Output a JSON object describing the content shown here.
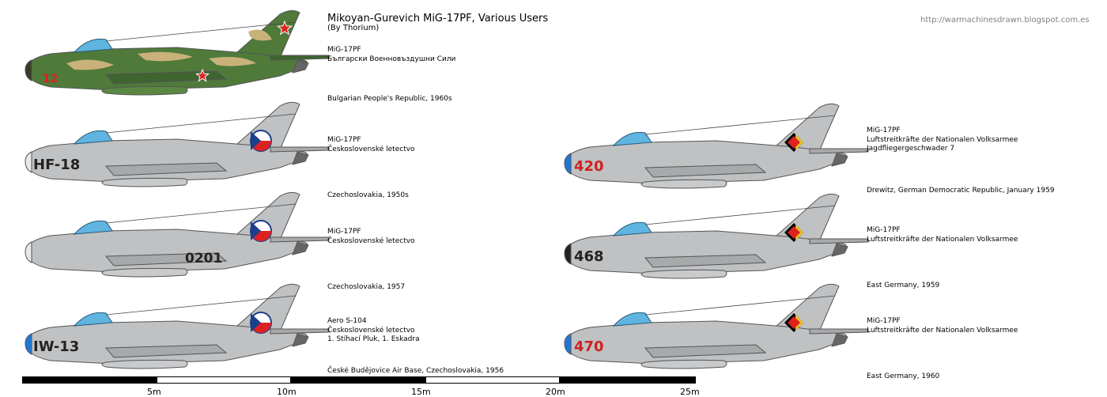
{
  "header": {
    "title": "Mikoyan-Gurevich MiG-17PF, Various Users",
    "subtitle": "(By Thorium)",
    "url": "http://warmachinesdrawn.blogspot.com.es"
  },
  "aircraft": [
    {
      "id": "bulgaria",
      "lines": [
        "MiG-17PF",
        "Български Военновъздушни Сили",
        "",
        "",
        "Bulgarian People's Republic, 1960s"
      ],
      "tail_code": "12",
      "code_color": "#e02020",
      "camo": "green",
      "roundel": "star"
    },
    {
      "id": "czech1",
      "lines": [
        "MiG-17PF",
        "Československé letectvo",
        "",
        "",
        "Czechoslovakia, 1950s"
      ],
      "tail_code": "HF-18",
      "code_color": "#222222",
      "camo": "silver",
      "roundel": "czech"
    },
    {
      "id": "czech2",
      "lines": [
        "MiG-17PF",
        "Československé letectvo",
        "",
        "",
        "Czechoslovakia, 1957"
      ],
      "tail_code": "0201",
      "code_color": "#222222",
      "camo": "silver",
      "roundel": "czech"
    },
    {
      "id": "czech3",
      "lines": [
        "Aero S-104",
        "Československé letectvo",
        "1. Stíhací Pluk, 1. Eskadra",
        "",
        "České Budějovice Air Base, Czechoslovakia, 1956"
      ],
      "tail_code": "IW-13",
      "code_color": "#222222",
      "camo": "silver",
      "roundel": "czech"
    },
    {
      "id": "gdr1",
      "lines": [
        "MiG-17PF",
        "Luftstreitkräfte der Nationalen Volksarmee",
        "Jagdfliegergeschwader 7",
        "",
        "Drewitz, German Democratic Republic, January 1959"
      ],
      "tail_code": "420",
      "code_color": "#d02020",
      "camo": "silver",
      "roundel": "gdr"
    },
    {
      "id": "gdr2",
      "lines": [
        "MiG-17PF",
        "Luftstreitkräfte der Nationalen Volksarmee",
        "",
        "",
        "East Germany, 1959"
      ],
      "tail_code": "468",
      "code_color": "#222222",
      "camo": "silver",
      "roundel": "gdr"
    },
    {
      "id": "gdr3",
      "lines": [
        "MiG-17PF",
        "Luftstreitkräfte der Nationalen Volksarmee",
        "",
        "",
        "East Germany, 1960"
      ],
      "tail_code": "470",
      "code_color": "#d02020",
      "camo": "silver",
      "roundel": "gdr"
    }
  ],
  "scale": {
    "ticks": [
      "5m",
      "10m",
      "15m",
      "20m",
      "25m"
    ]
  }
}
